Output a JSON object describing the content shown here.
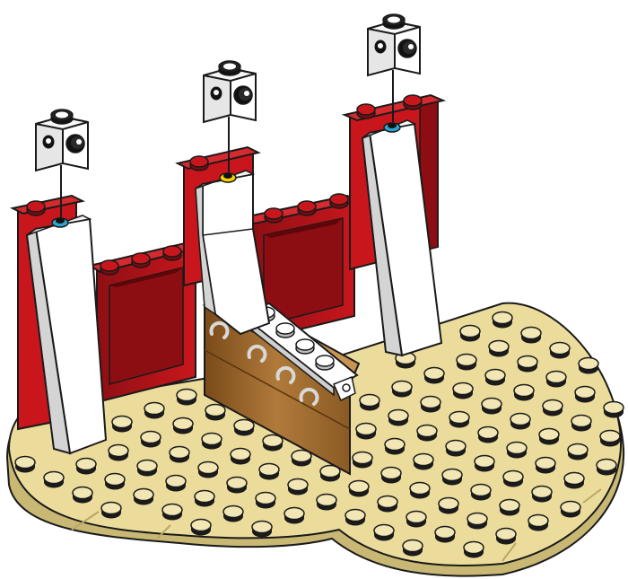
{
  "diagram": {
    "type": "lego-building-instruction-step",
    "colors": {
      "baseplate": "#ecdc9c",
      "baseplate_shade": "#c8b870",
      "stud_dark": "#1b1b1b",
      "stud_light": "#f1e6b4",
      "red": "#c9161d",
      "red_dark": "#7c0c10",
      "white": "#ffffff",
      "light_gray": "#d9d9d9",
      "brown": "#a0682c",
      "brown_dark": "#6b3f14",
      "marker_blue": "#2ea6cf",
      "marker_yellow": "#f5d400",
      "outline": "#1a1a1a"
    },
    "parts": [
      {
        "id": "brick-1x1-left",
        "icon": "white-1x1-brick-with-side-stud",
        "target_marker": "blue"
      },
      {
        "id": "brick-1x1-middle",
        "icon": "white-1x1-brick-with-side-stud",
        "target_marker": "yellow"
      },
      {
        "id": "brick-1x1-right",
        "icon": "white-1x1-brick-with-side-stud",
        "target_marker": "blue"
      }
    ]
  }
}
